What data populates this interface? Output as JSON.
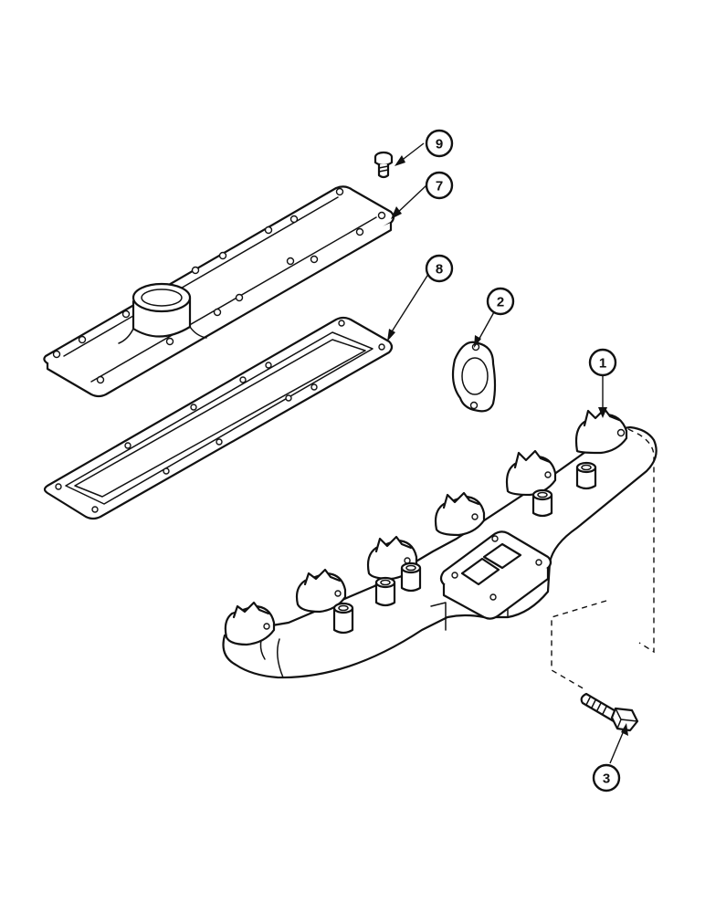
{
  "callouts": [
    {
      "id": "c9",
      "label": "9"
    },
    {
      "id": "c7",
      "label": "7"
    },
    {
      "id": "c8",
      "label": "8"
    },
    {
      "id": "c2",
      "label": "2"
    },
    {
      "id": "c1",
      "label": "1"
    },
    {
      "id": "c3",
      "label": "3"
    }
  ],
  "colors": {
    "line": "#111111",
    "background": "#ffffff"
  }
}
